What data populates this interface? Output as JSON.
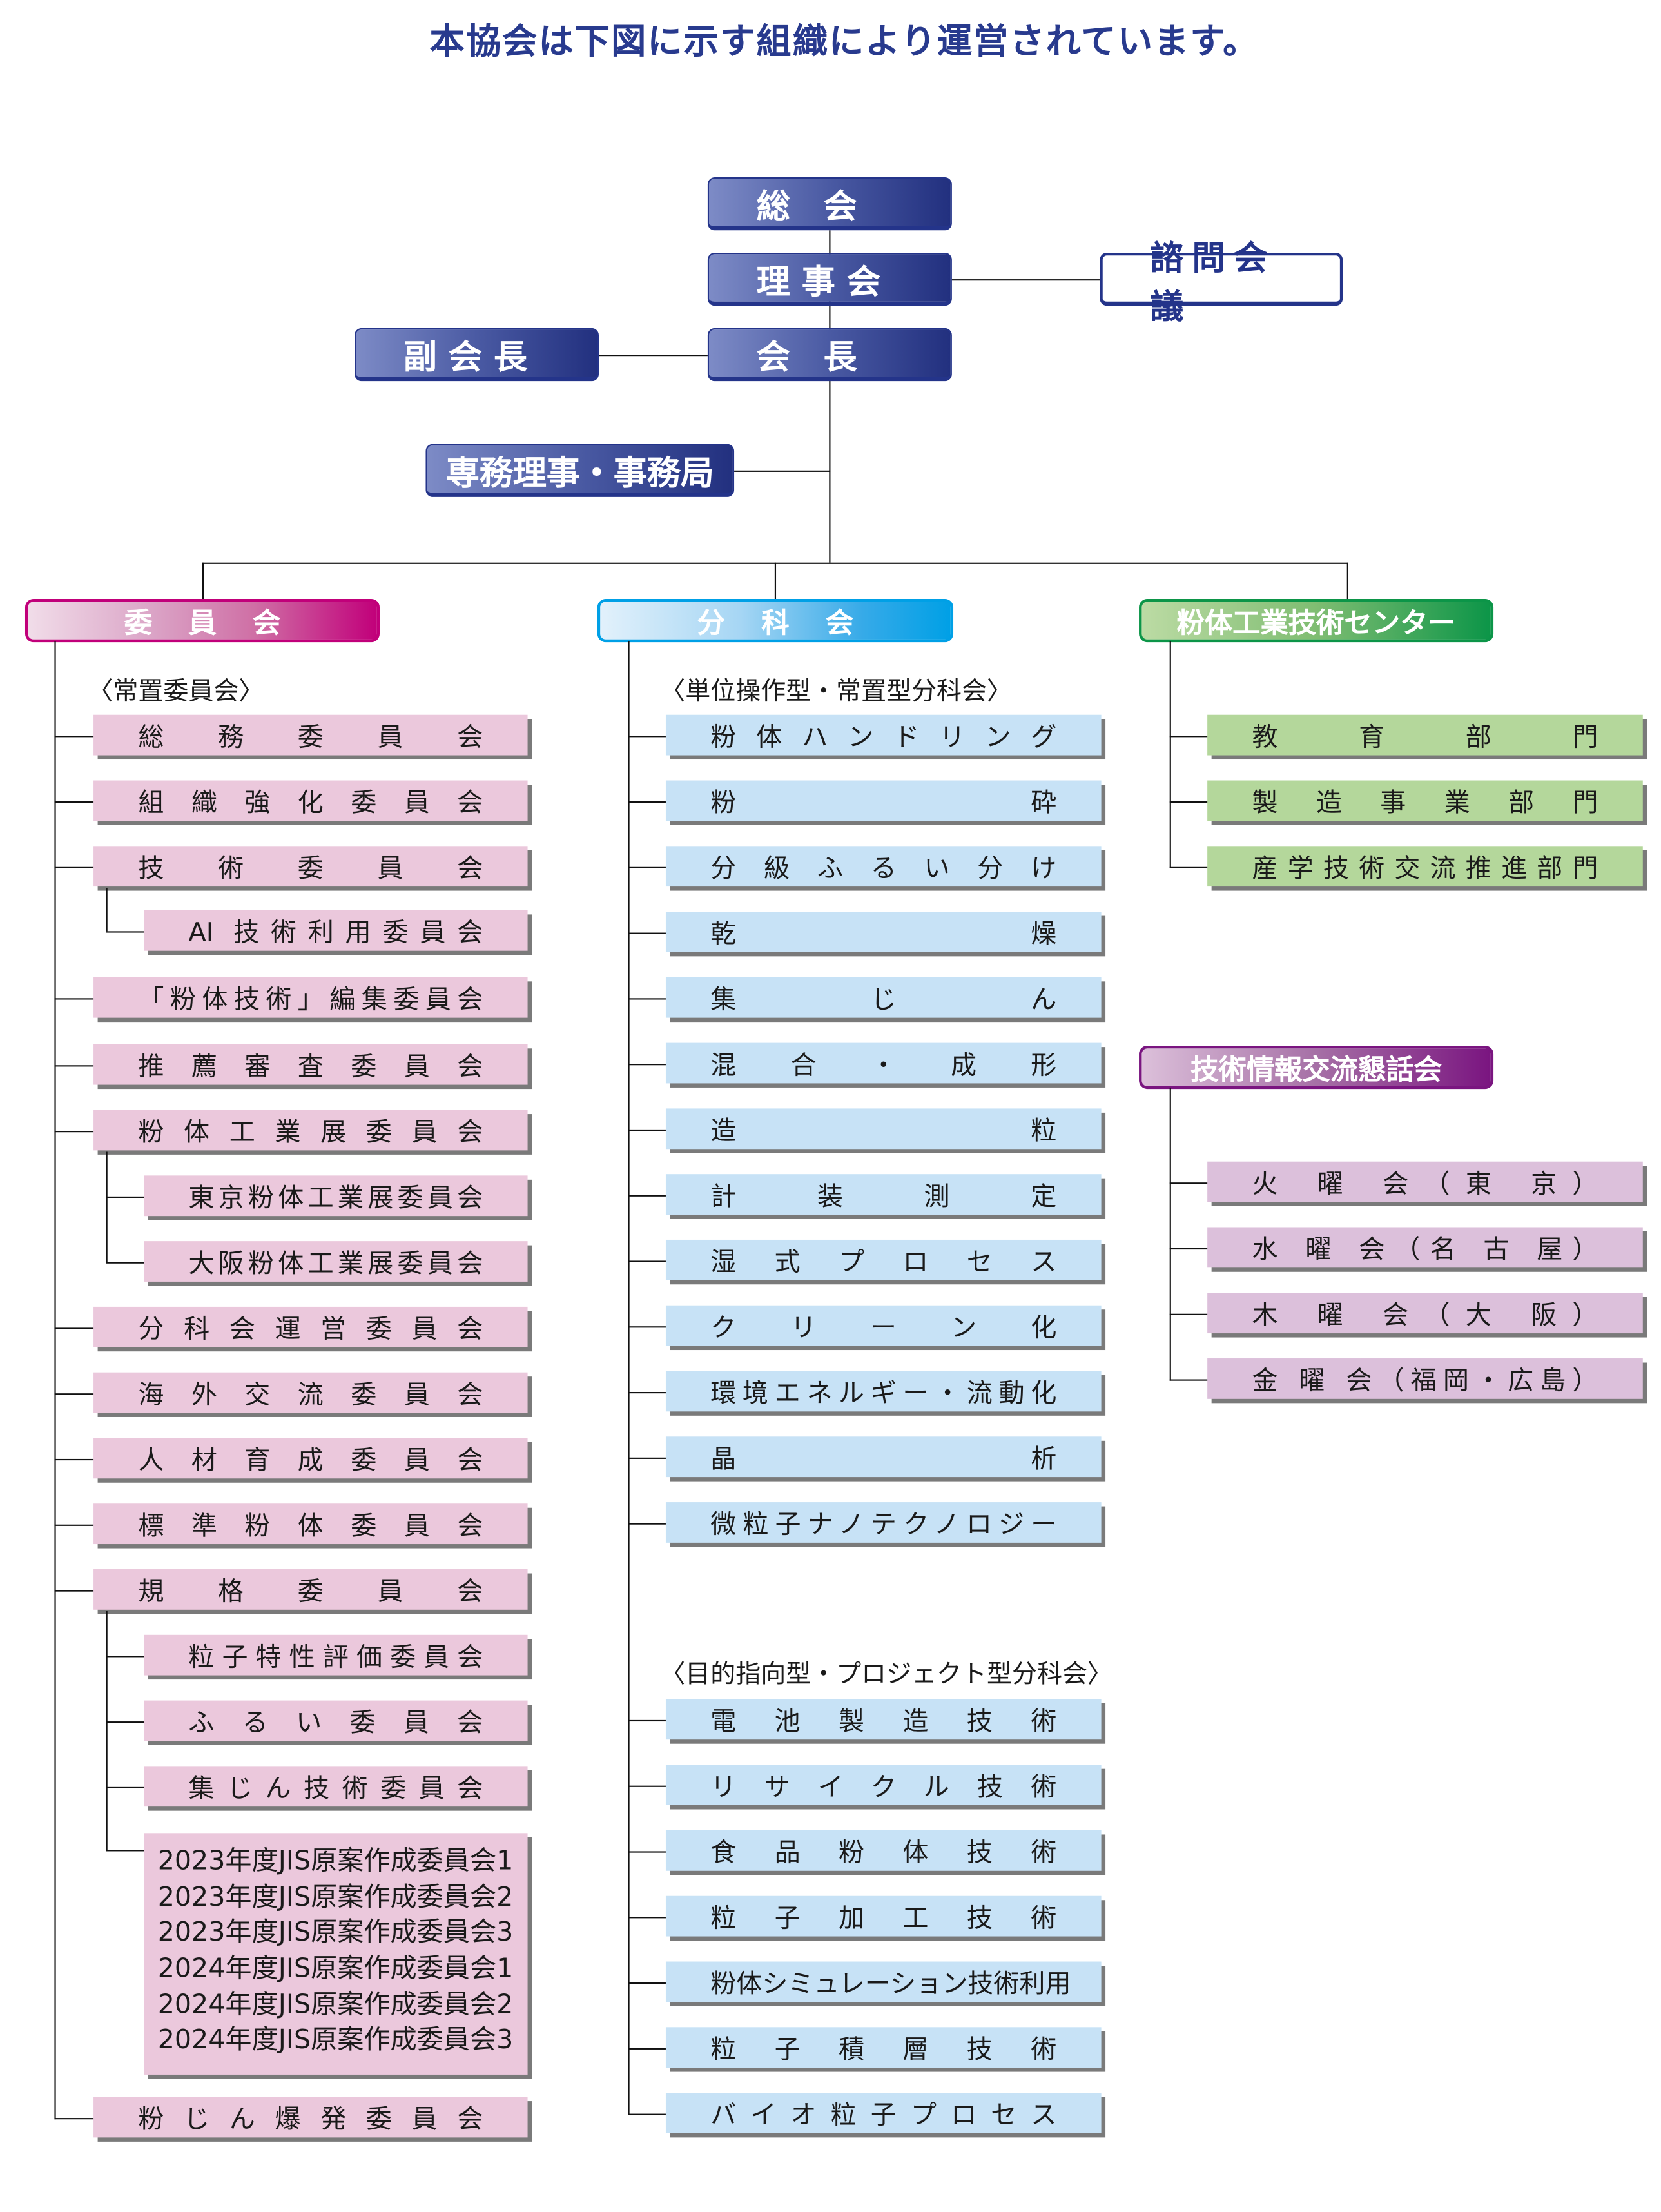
{
  "title": "本協会は下図に示す組織により運営されています。",
  "top": {
    "general_meeting": "総　会",
    "board": "理 事 会",
    "advisory": "諮問会議",
    "vice_president": "副 会 長",
    "president": "会　長",
    "secretariat": "専務理事・事務局"
  },
  "committees": {
    "header": "委員会",
    "subheading": "〈常置委員会〉",
    "items": [
      "総務委員会",
      "組織強化委員会",
      "技術委員会",
      "AI 技術利用委員会",
      "「粉体技術」編集委員会",
      "推薦審査委員会",
      "粉体工業展委員会",
      "東京粉体工業展委員会",
      "大阪粉体工業展委員会",
      "分科会運営委員会",
      "海外交流委員会",
      "人材育成委員会",
      "標準粉体委員会",
      "規格委員会",
      "粒子特性評価委員会",
      "ふるい委員会",
      "集じん技術委員会",
      "",
      "粉じん爆発委員会"
    ],
    "jis_items": [
      "2023年度JIS原案作成委員会1",
      "2023年度JIS原案作成委員会2",
      "2023年度JIS原案作成委員会3",
      "2024年度JIS原案作成委員会1",
      "2024年度JIS原案作成委員会2",
      "2024年度JIS原案作成委員会3"
    ]
  },
  "divisions": {
    "header": "分科会",
    "subheading1": "〈単位操作型・常置型分科会〉",
    "group1": [
      "粉体ハンドリング",
      "粉 砕",
      "分級ふるい分け",
      "乾 燥",
      "集 じ ん",
      "混 合 ・ 成 形",
      "造 粒",
      "計 装 測 定",
      "湿式プロセス",
      "ク リ ー ン 化",
      "環境エネルギー・流動化",
      "晶 析",
      "微粒子ナノテクノロジー"
    ],
    "subheading2": "〈目的指向型・プロジェクト型分科会〉",
    "group2": [
      "電池製造技術",
      "リサイクル技術",
      "食品粉体技術",
      "粒子加工技術",
      "粉体シミュレーション技術利用",
      "粒子積層技術",
      "バイオ粒子プロセス"
    ]
  },
  "center": {
    "header": "粉体工業技術センター",
    "items": [
      "教 育 部 門",
      "製 造 事 業 部 門",
      "産学技術交流推進部門"
    ]
  },
  "forum": {
    "header": "技術情報交流懇話会",
    "items": [
      "火 曜 会（東 京）",
      "水 曜 会（名 古 屋）",
      "木 曜 会（大 阪）",
      "金 曜 会（福岡・広島）"
    ]
  },
  "colors": {
    "navy": "#24348a",
    "committee": "#c1007a",
    "division": "#00a0e6",
    "center": "#0c9548",
    "forum": "#7a1580",
    "committee_box": "#ebc8dc",
    "division_box": "#c7e2f6",
    "center_box": "#b4d79b",
    "forum_box": "#dcc0db"
  }
}
